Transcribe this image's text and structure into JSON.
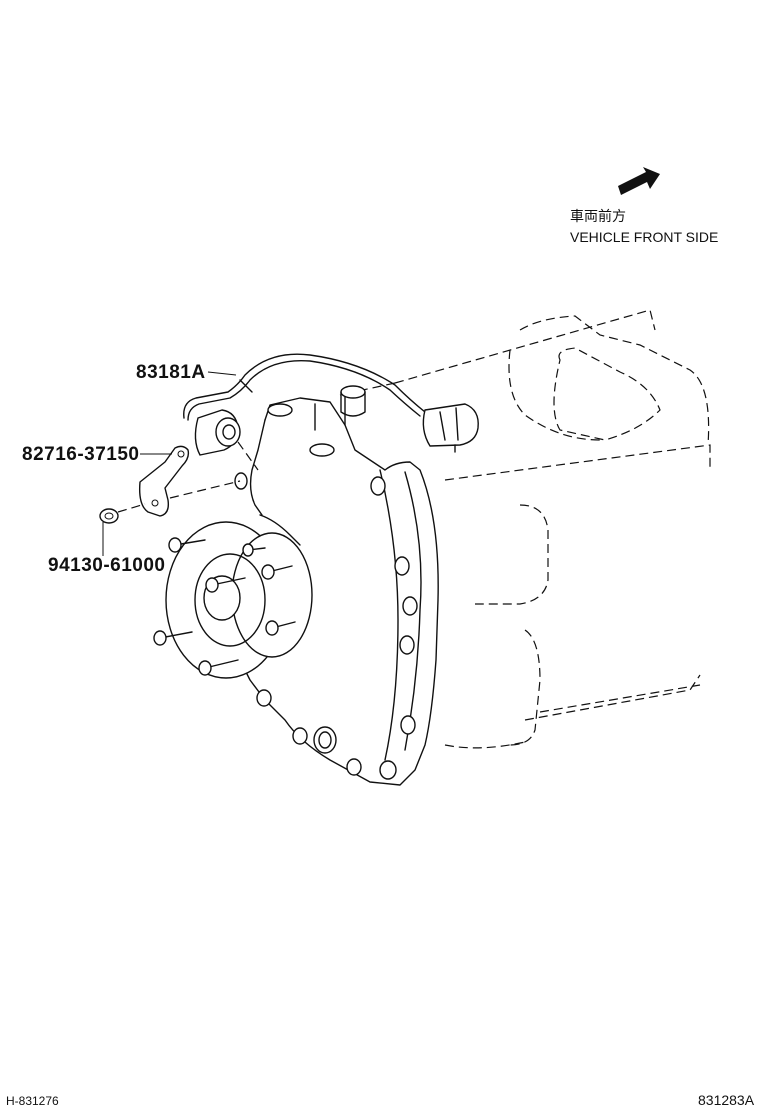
{
  "orientation": {
    "label_jp": "車両前方",
    "label_en": "VEHICLE FRONT SIDE",
    "arrow_icon": "arrow-up-right-icon"
  },
  "parts": [
    {
      "id": "harness",
      "number": "83181A"
    },
    {
      "id": "clamp",
      "number": "82716-37150"
    },
    {
      "id": "nut",
      "number": "94130-61000"
    }
  ],
  "footer": {
    "left_code": "H-831276",
    "right_code": "831283A"
  }
}
